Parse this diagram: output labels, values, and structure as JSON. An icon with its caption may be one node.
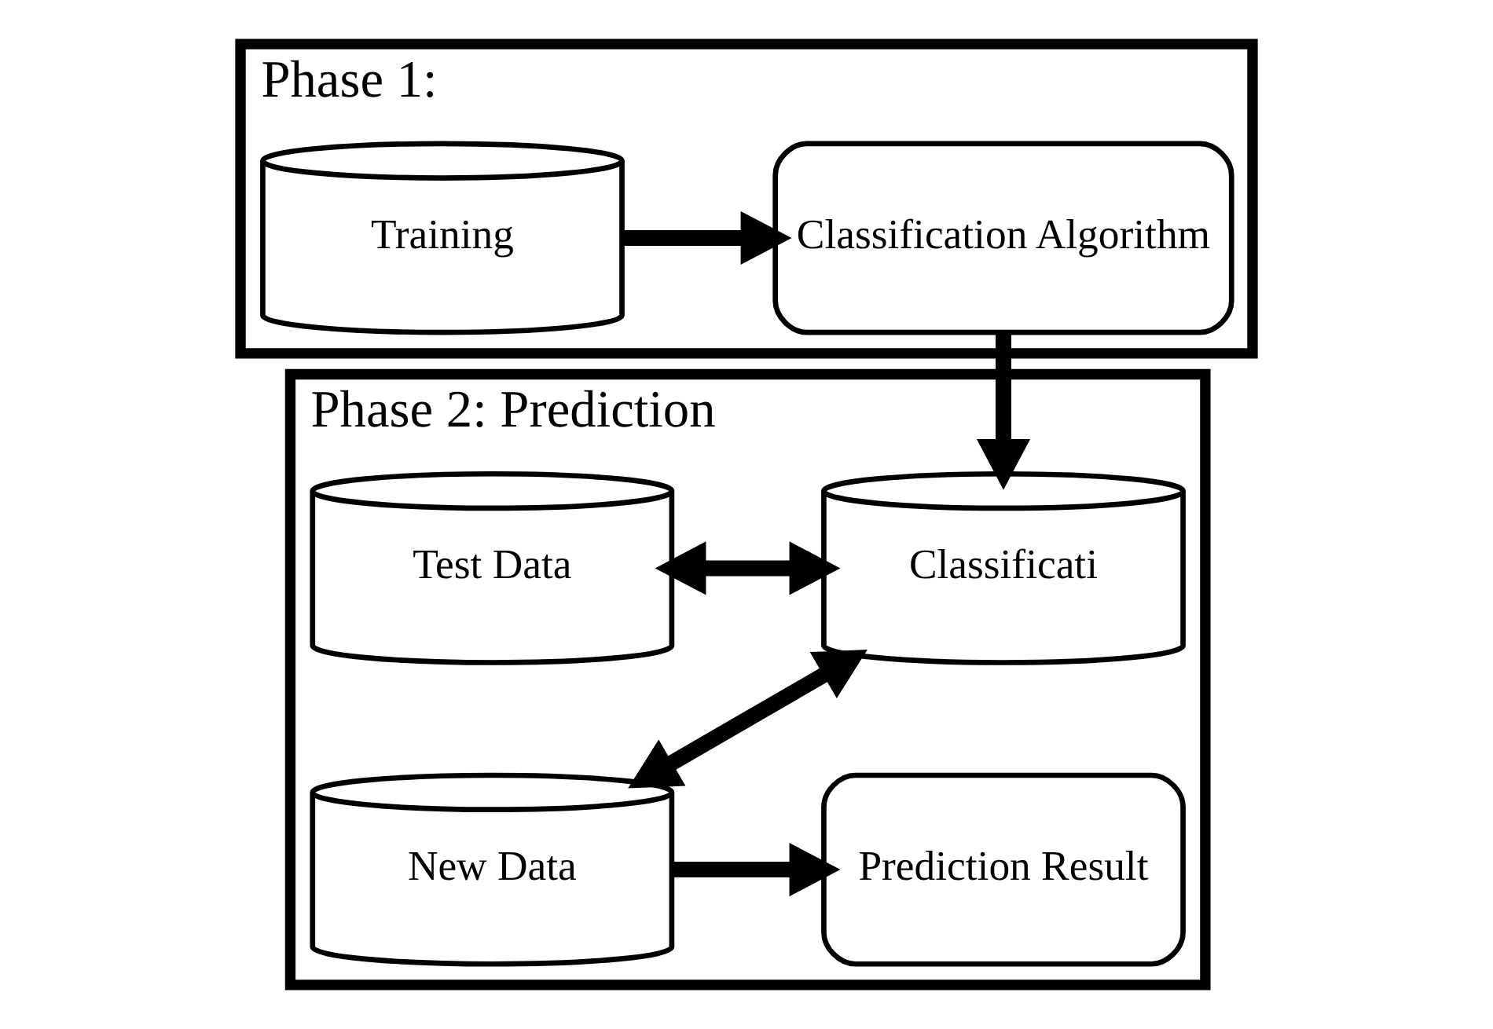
{
  "diagram": {
    "nodes": [
      {
        "text": [
          "Phase 1:"
        ]
      },
      {
        "text": [
          "Training"
        ],
        "in": 0
      },
      {
        "text": [
          "Classification Algorithm"
        ],
        "in": 0
      },
      {
        "text": [
          "Phase 2: Prediction"
        ]
      },
      {
        "text": [
          "Test Data"
        ],
        "in": 3
      },
      {
        "text": [
          "Classificati"
        ],
        "in": 3
      },
      {
        "text": [
          "Prediction Result"
        ],
        "in": 3
      },
      {
        "text": [
          "New Data"
        ],
        "in": 3
      }
    ],
    "edges": [
      {
        "from": 1,
        "to": 2,
        "arrow": "to"
      },
      {
        "from": 2,
        "to": 5,
        "arrow": "to"
      },
      {
        "from": 4,
        "to": 5,
        "arrow": "both"
      },
      {
        "from": 5,
        "to": 7,
        "arrow": "both"
      },
      {
        "from": 7,
        "to": 6,
        "arrow": "to"
      }
    ]
  }
}
